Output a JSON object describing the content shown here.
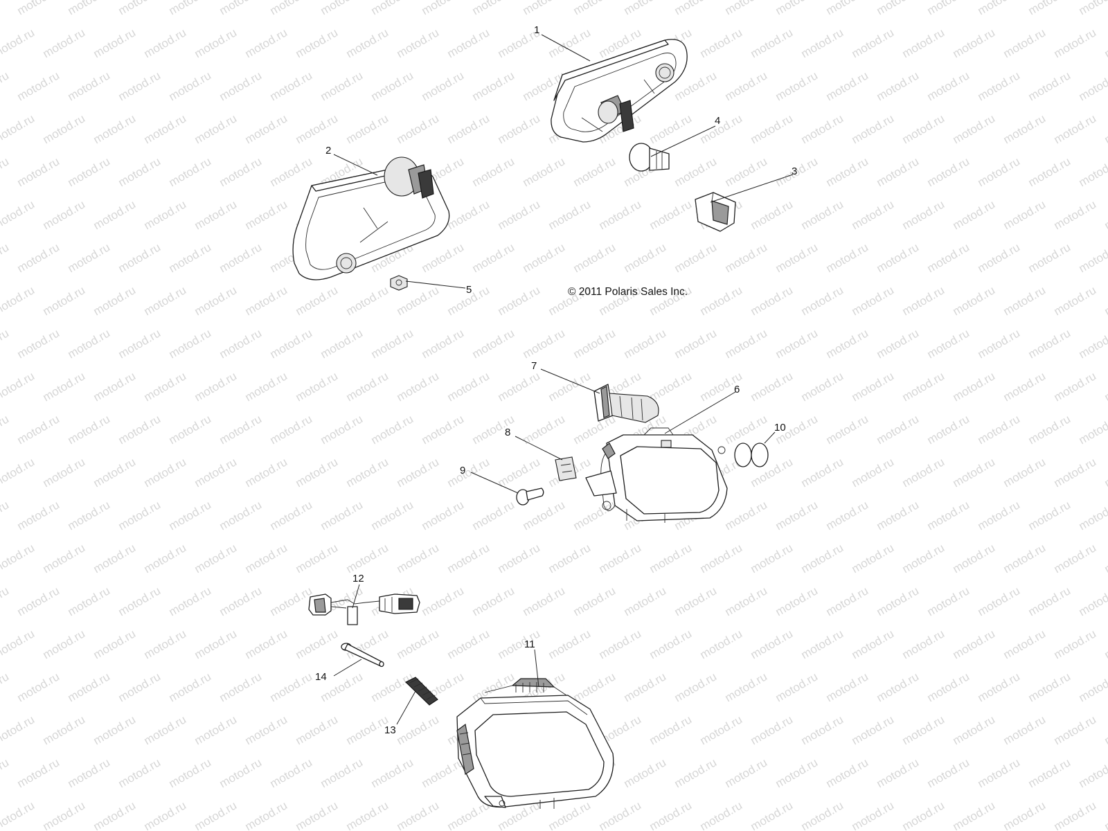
{
  "copyright": "© 2011 Polaris Sales Inc.",
  "watermark": "motod.ru",
  "callouts": [
    "1",
    "2",
    "3",
    "4",
    "5",
    "6",
    "7",
    "8",
    "9",
    "10",
    "11",
    "12",
    "13",
    "14"
  ]
}
